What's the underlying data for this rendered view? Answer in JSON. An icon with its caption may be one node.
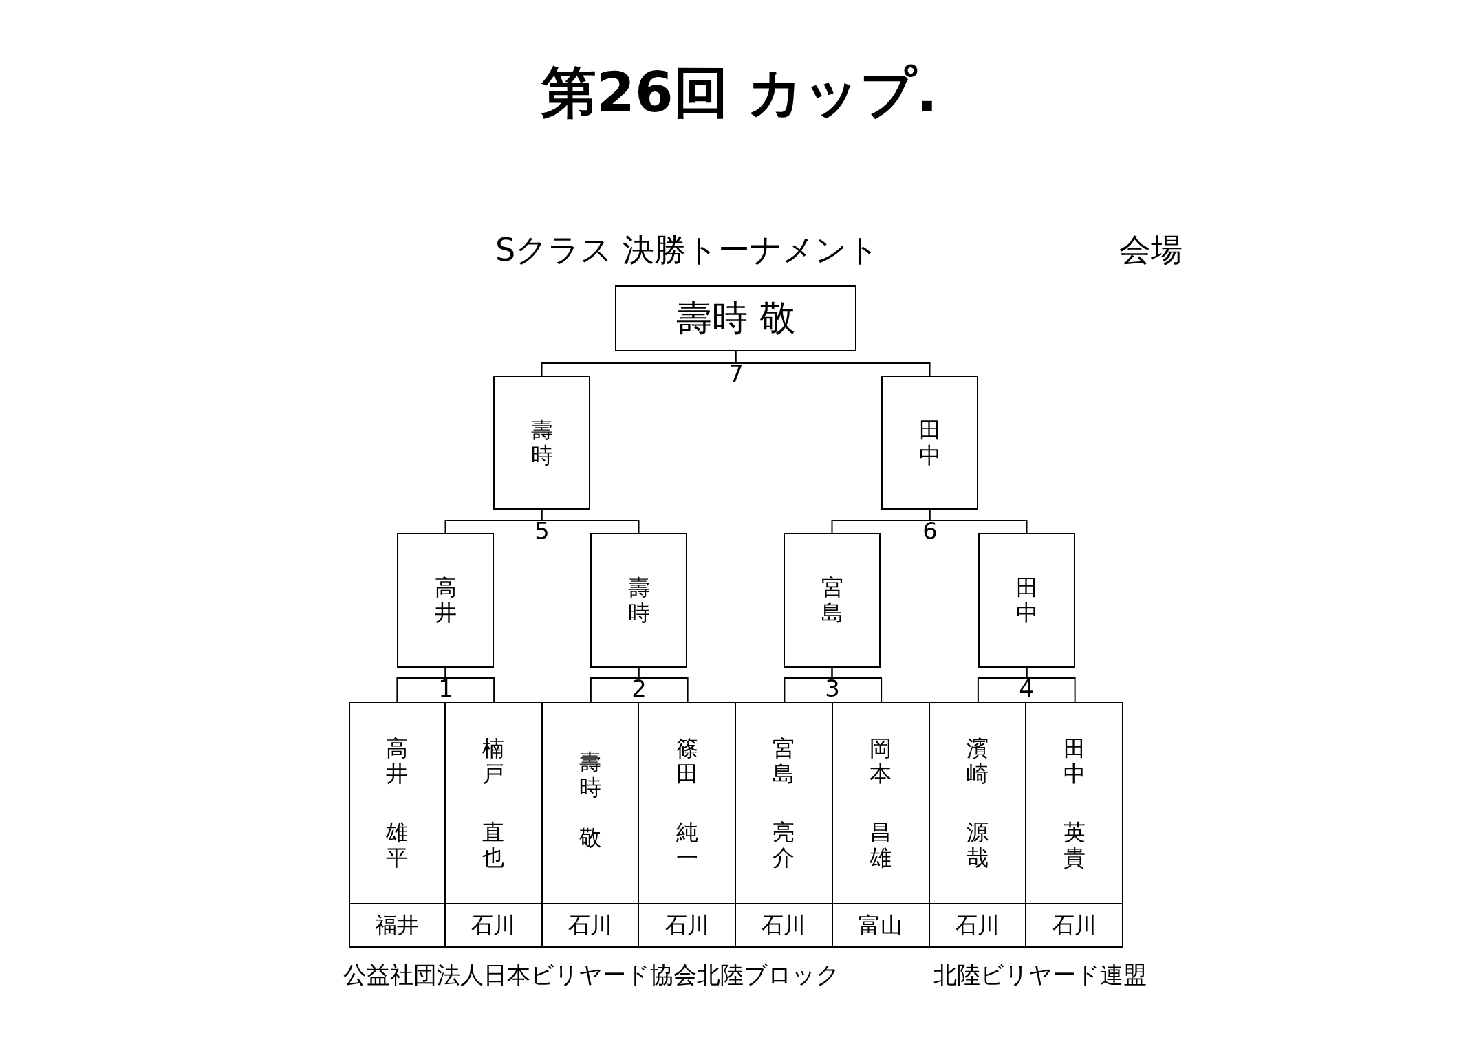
{
  "diagram": {
    "title": "第26回 カップ.",
    "nodes": [
      {
        "text": [
          "壽時 敬"
        ]
      },
      {
        "text": [
          "壽時"
        ]
      },
      {
        "text": [
          "田中"
        ]
      },
      {
        "text": [
          "高井"
        ]
      },
      {
        "text": [
          "壽時"
        ]
      },
      {
        "text": [
          "宮島"
        ]
      },
      {
        "text": [
          "田中"
        ]
      },
      {
        "text": [
          "高井",
          "雄平",
          "福井"
        ]
      },
      {
        "text": [
          "楠戸",
          "直也",
          "石川"
        ]
      },
      {
        "text": [
          "壽時",
          "敬",
          "石川"
        ]
      },
      {
        "text": [
          "篠田",
          "純一",
          "石川"
        ]
      },
      {
        "text": [
          "宮島",
          "亮介",
          "石川"
        ]
      },
      {
        "text": [
          "岡本",
          "昌雄",
          "富山"
        ]
      },
      {
        "text": [
          "濱崎",
          "源哉",
          "石川"
        ]
      },
      {
        "text": [
          "田中",
          "英貴",
          "石川"
        ]
      }
    ],
    "edges": [
      {
        "from": 7,
        "to": 3,
        "arrow": "none"
      },
      {
        "from": 8,
        "to": 3,
        "arrow": "none"
      },
      {
        "from": 9,
        "to": 4,
        "arrow": "none"
      },
      {
        "from": 10,
        "to": 4,
        "arrow": "none"
      },
      {
        "from": 11,
        "to": 5,
        "arrow": "none"
      },
      {
        "from": 12,
        "to": 5,
        "arrow": "none"
      },
      {
        "from": 13,
        "to": 6,
        "arrow": "none"
      },
      {
        "from": 14,
        "to": 6,
        "arrow": "none"
      },
      {
        "from": 3,
        "to": 1,
        "arrow": "none"
      },
      {
        "from": 4,
        "to": 1,
        "arrow": "none"
      },
      {
        "from": 5,
        "to": 2,
        "arrow": "none"
      },
      {
        "from": 6,
        "to": 2,
        "arrow": "none"
      },
      {
        "from": 1,
        "to": 0,
        "arrow": "none"
      },
      {
        "from": 2,
        "to": 0,
        "arrow": "none"
      }
    ],
    "labels": [
      "Sクラス 決勝トーナメント",
      "会場",
      "7",
      "5",
      "6",
      "1",
      "2",
      "3",
      "4",
      "公益社団法人日本ビリヤード協会北陸ブロック",
      "北陸ビリヤード連盟"
    ]
  }
}
